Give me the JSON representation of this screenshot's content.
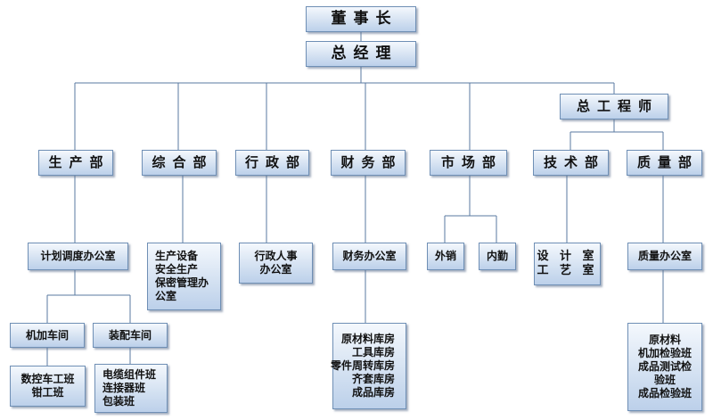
{
  "org": {
    "chairman": "董事长",
    "general_manager": "总经理",
    "chief_engineer": "总工程师",
    "departments": {
      "production": "生产部",
      "general_affairs": "综合部",
      "administration": "行政部",
      "finance": "财务部",
      "market": "市场部",
      "technology": "技术部",
      "quality": "质量部"
    },
    "production_sub": {
      "planning_office": "计划调度办公室",
      "machining_shop": "机加车间",
      "assembly_shop": "装配车间",
      "machining_teams": [
        "数控车工班",
        "钳工班"
      ],
      "assembly_teams": [
        "电缆组件班",
        "连接器班",
        "包装班"
      ]
    },
    "general_sub": [
      "生产设备",
      "安全生产",
      "保密管理办",
      "公室"
    ],
    "admin_sub": [
      "行政人事",
      "办公室"
    ],
    "finance_sub": {
      "office": "财务办公室",
      "warehouses": [
        "原材料库房",
        "工具库房",
        "零件周转库房",
        "齐套库房",
        "成品库房"
      ]
    },
    "market_sub": {
      "export": "外销",
      "domestic": "内勤"
    },
    "tech_sub": [
      "设 计 室",
      "工 艺 室"
    ],
    "quality_sub": {
      "office": "质量办公室",
      "teams": [
        "原材料",
        "机加检验班",
        "成品测试检",
        "验班",
        "成品检验班"
      ]
    }
  }
}
